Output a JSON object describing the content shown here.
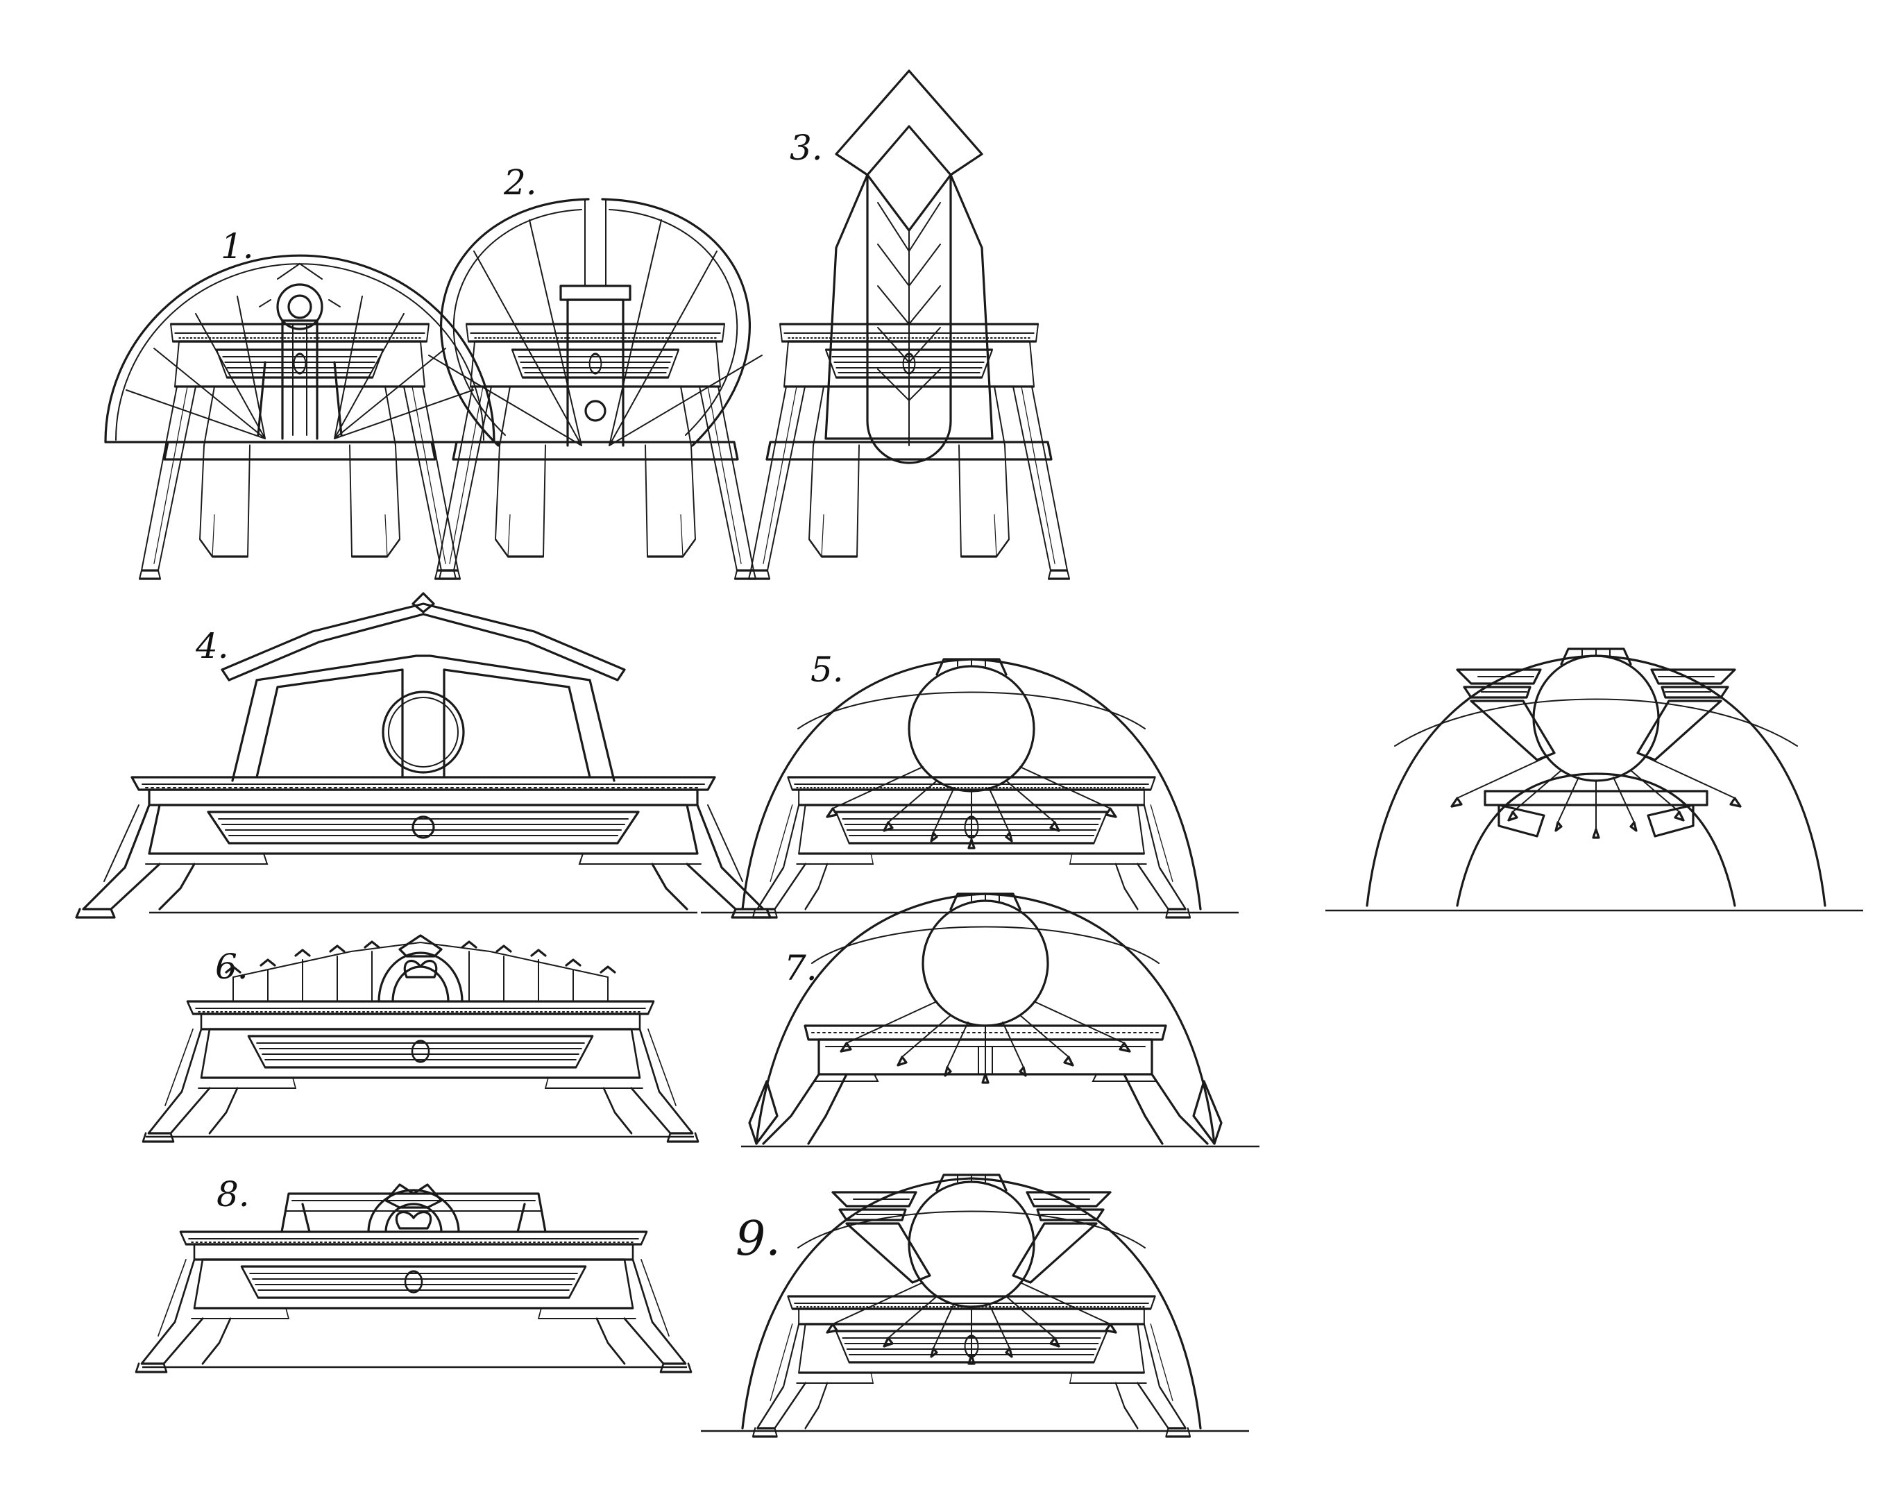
{
  "sheet": {
    "labels": [
      "1.",
      "2.",
      "3.",
      "4.",
      "5.",
      "6.",
      "7.",
      "8.",
      "9."
    ],
    "colors": {
      "ink": "#1a1a1a",
      "paper": "#ffffff"
    }
  }
}
